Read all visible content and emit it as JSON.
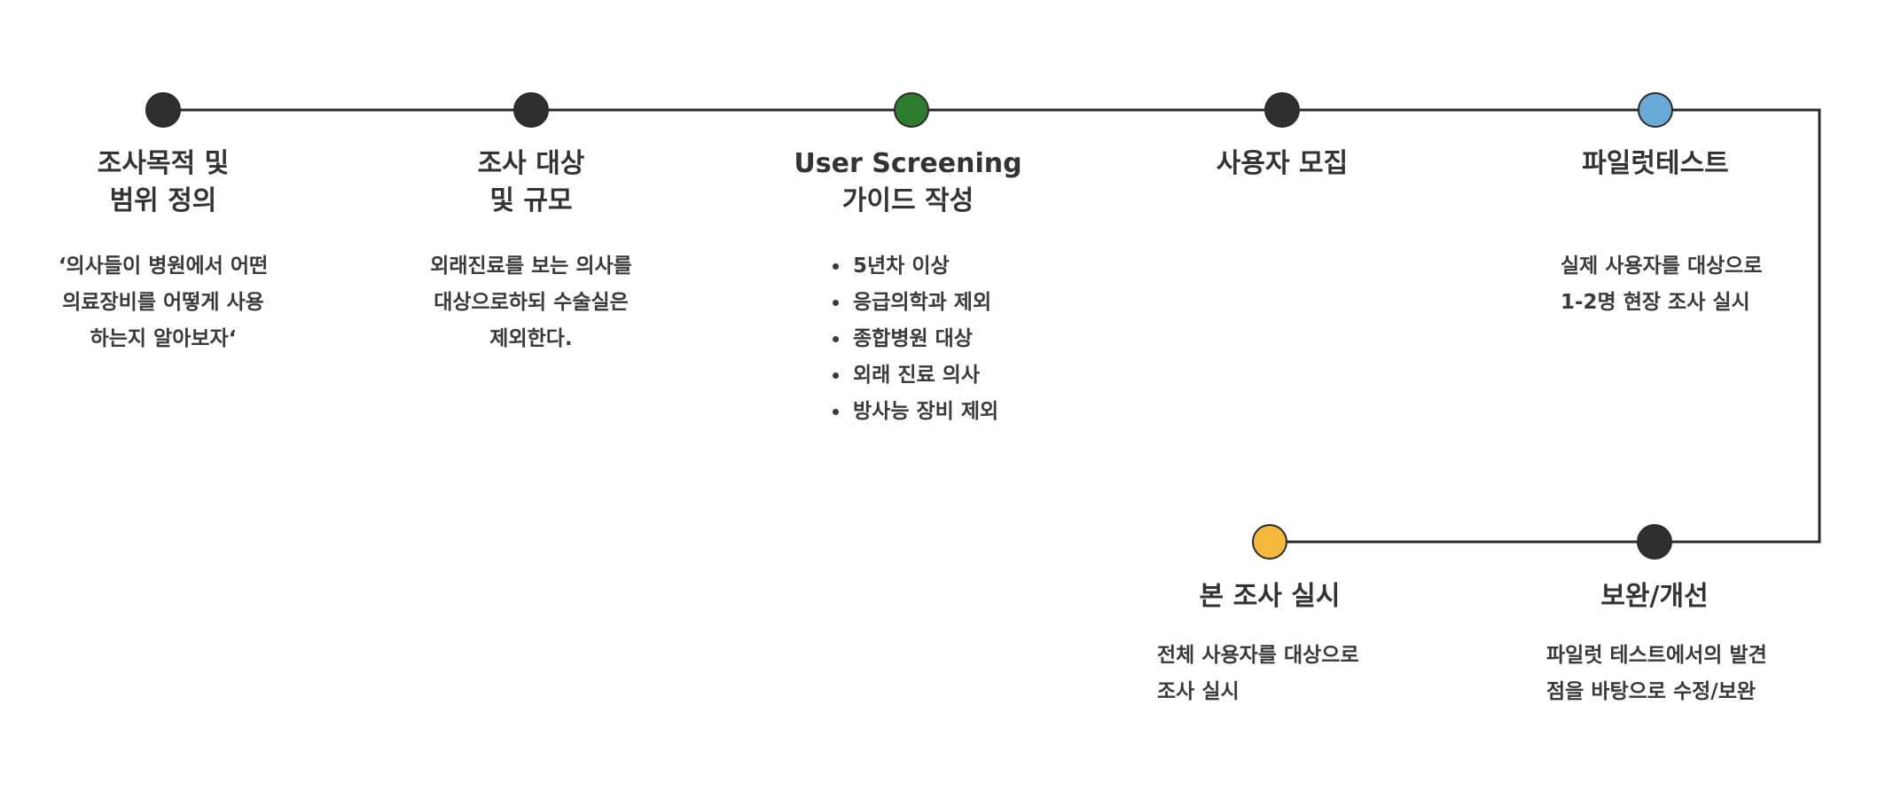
{
  "colors": {
    "line": "#2b2b2b",
    "node_default": "#2f2f2f",
    "node_green": "#2e7d2e",
    "node_blue": "#6aaad8",
    "node_yellow": "#f4b93c",
    "text": "#333333"
  },
  "steps": [
    {
      "id": "scope",
      "node_color": "#2f2f2f",
      "title_lines": [
        "조사목적 및",
        "범위 정의"
      ],
      "desc_lines": [
        "‘의사들이 병원에서 어떤",
        "의료장비를 어떻게 사용",
        "하는지 알아보자‘"
      ]
    },
    {
      "id": "target",
      "node_color": "#2f2f2f",
      "title_lines": [
        "조사 대상",
        "및 규모"
      ],
      "desc_lines": [
        "외래진료를 보는 의사를",
        "대상으로하되 수술실은",
        "제외한다."
      ]
    },
    {
      "id": "screening",
      "node_color": "#2e7d2e",
      "title_lines": [
        "User Screening",
        "가이드 작성"
      ],
      "bullets": [
        "5년차 이상",
        "응급의학과 제외",
        "종합병원 대상",
        "외래 진료 의사",
        "방사능 장비 제외"
      ]
    },
    {
      "id": "recruit",
      "node_color": "#2f2f2f",
      "title_lines": [
        "사용자 모집"
      ]
    },
    {
      "id": "pilot",
      "node_color": "#6aaad8",
      "title_lines": [
        "파일럿테스트"
      ],
      "desc_lines": [
        "실제 사용자를 대상으로",
        "1-2명 현장 조사 실시"
      ]
    },
    {
      "id": "improve",
      "node_color": "#2f2f2f",
      "title_lines": [
        "보완/개선"
      ],
      "desc_lines": [
        "파일럿 테스트에서의 발견",
        "점을 바탕으로 수정/보완"
      ]
    },
    {
      "id": "main",
      "node_color": "#f4b93c",
      "title_lines": [
        "본 조사 실시"
      ],
      "desc_lines": [
        "전체 사용자를 대상으로",
        "조사 실시"
      ]
    }
  ]
}
